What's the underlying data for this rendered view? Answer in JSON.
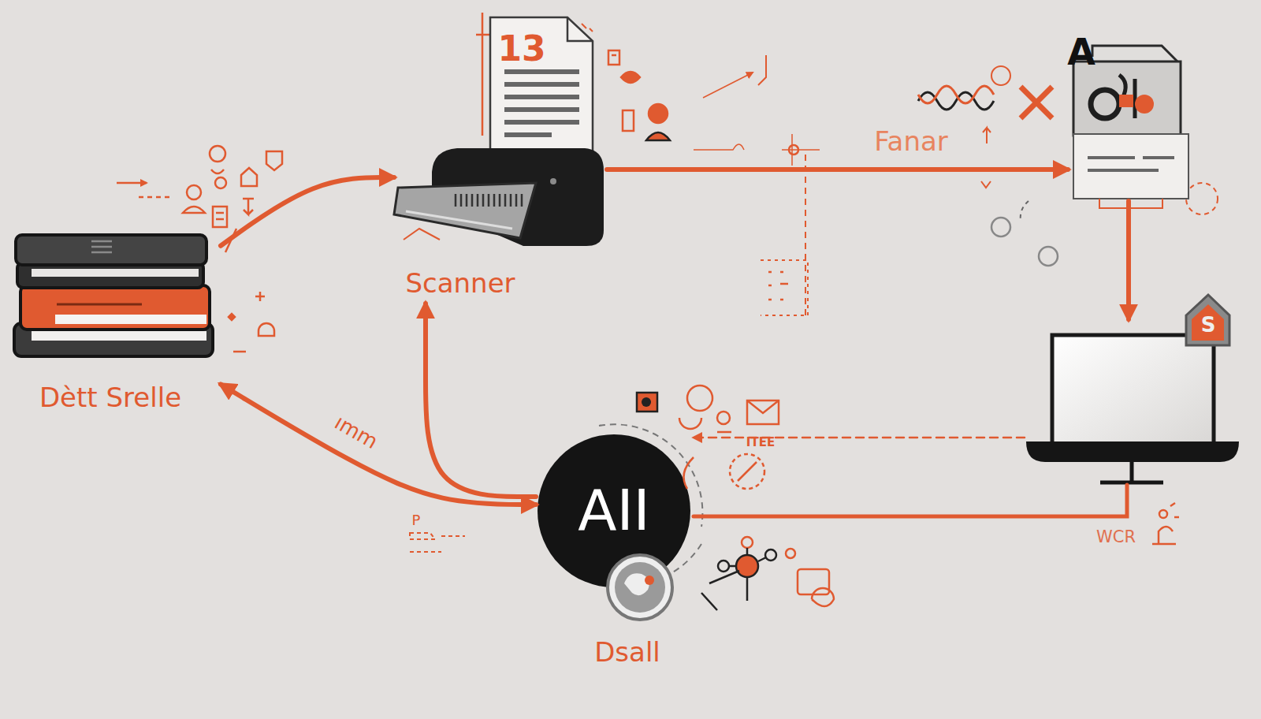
{
  "diagram": {
    "nodes": [
      {
        "text": [
          "Dètt Srelle"
        ]
      },
      {
        "text": [
          "Scanner"
        ]
      },
      {
        "text": [
          "A"
        ]
      },
      {
        "text": [
          "S"
        ]
      },
      {
        "text": [
          "AII",
          "Dsall"
        ]
      }
    ],
    "edges": [
      {
        "from": 0,
        "to": 1,
        "arrow": "to"
      },
      {
        "from": 1,
        "to": 2,
        "label": "Fanar",
        "arrow": "to"
      },
      {
        "from": 2,
        "to": 3,
        "arrow": "to"
      },
      {
        "from": 3,
        "to": 4,
        "arrow": "to"
      },
      {
        "from": 4,
        "to": 3,
        "arrow": "none"
      },
      {
        "from": 0,
        "to": 4,
        "label": "ımm",
        "arrow": "both"
      },
      {
        "from": 4,
        "to": 1,
        "arrow": "to"
      }
    ],
    "labels": [
      "13",
      "ITEE",
      "WCR",
      "P"
    ]
  }
}
